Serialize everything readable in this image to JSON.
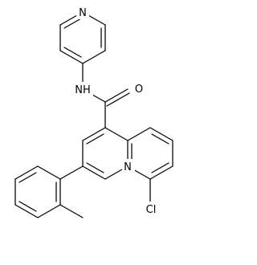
{
  "diagram": {
    "type": "chemical-structure",
    "atom_labels": {
      "pyridine_n": "N",
      "amide_nh": "NH",
      "carbonyl_o": "O",
      "quinoline_n": "N",
      "chlorine": "Cl"
    },
    "colors": {
      "bond": "#000000",
      "label": "#000000",
      "background": "#ffffff"
    }
  }
}
